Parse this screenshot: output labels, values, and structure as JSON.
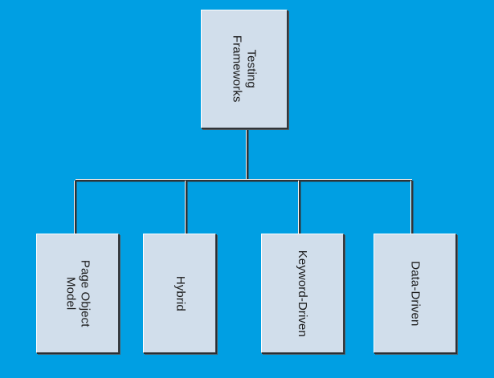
{
  "diagram": {
    "title": "Testing Frameworks",
    "background_color": "#009fe3",
    "node_fill_color": "#d1deeb",
    "node_border_color": "#3a3f44",
    "connector_color": "#2f3337",
    "text_color": "#1b1b1b",
    "text_orientation": "rotated-90-clockwise",
    "root": {
      "id": "testing-frameworks",
      "label": "Testing Frameworks",
      "lines": [
        "Testing",
        "Frameworks"
      ]
    },
    "children": [
      {
        "id": "page-object-model",
        "label": "Page Object Model",
        "lines": [
          "Page Object",
          "Model"
        ]
      },
      {
        "id": "hybrid",
        "label": "Hybrid",
        "lines": [
          "Hybrid"
        ]
      },
      {
        "id": "keyword-driven",
        "label": "Keyword-Driven",
        "lines": [
          "Keyword-Driven"
        ]
      },
      {
        "id": "data-driven",
        "label": "Data-Driven",
        "lines": [
          "Data-Driven"
        ]
      }
    ]
  }
}
